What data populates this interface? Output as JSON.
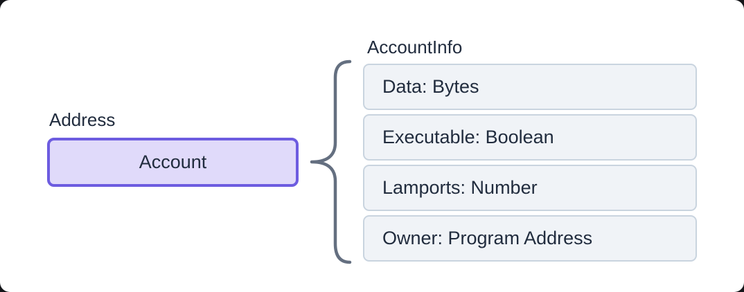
{
  "diagram": {
    "address_label": "Address",
    "account_box_label": "Account",
    "accountinfo_label": "AccountInfo",
    "fields": [
      "Data: Bytes",
      "Executable: Boolean",
      "Lamports: Number",
      "Owner: Program Address"
    ],
    "colors": {
      "page_bg": "#141519",
      "card_bg": "#ffffff",
      "text": "#212c3e",
      "account_border": "#6d5ce0",
      "account_fill": "#e0dafa",
      "field_fill": "#f0f3f7",
      "field_border": "#c9d4df",
      "brace": "#646f80"
    }
  }
}
